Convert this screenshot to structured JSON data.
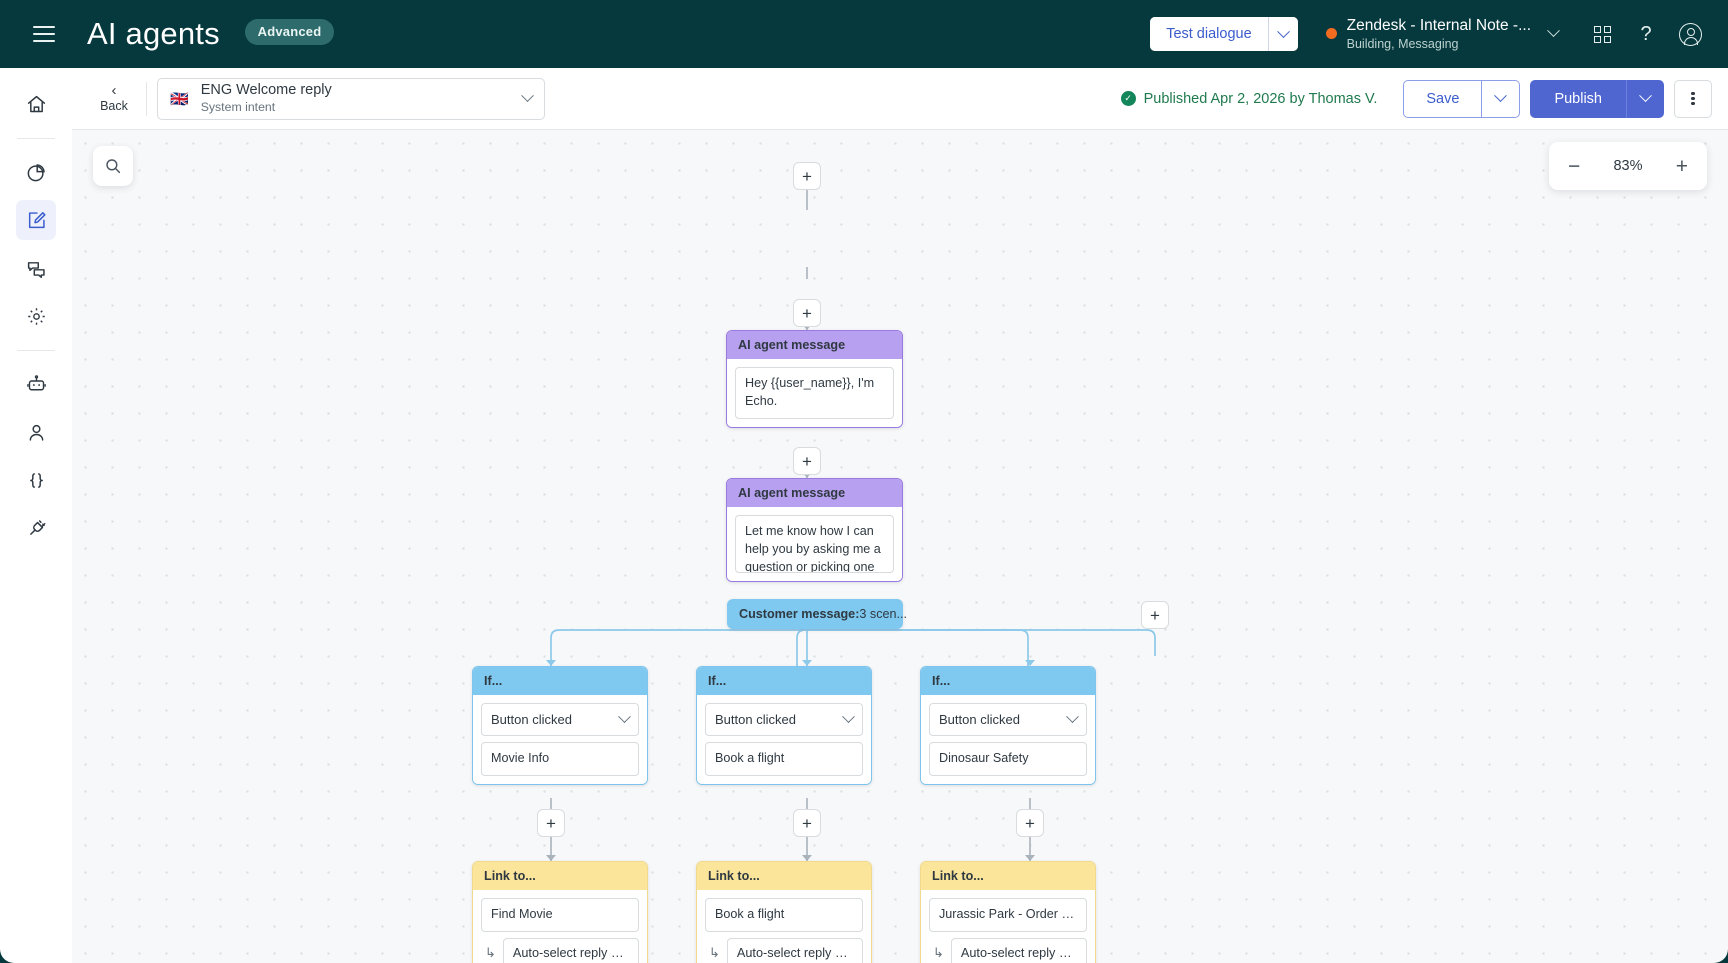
{
  "header": {
    "menu_icon": "hamburger-icon",
    "title": "AI agents",
    "badge": "Advanced",
    "test_dialogue_label": "Test dialogue",
    "bot_name": "Zendesk - Internal Note -...",
    "bot_status": "Building, Messaging",
    "status_color": "#f26b21",
    "apps_icon": "grid-apps-icon",
    "help_icon": "question-mark-icon",
    "account_icon": "user-avatar-icon"
  },
  "toolbar": {
    "back_label": "Back",
    "intent_flag": "🇬🇧",
    "intent_title": "ENG Welcome reply",
    "intent_subtitle": "System intent",
    "published_text": "Published Apr 2, 2026 by Thomas V.",
    "published_color": "#1f7a4d",
    "save_label": "Save",
    "publish_label": "Publish",
    "more_icon": "kebab-menu-icon"
  },
  "sidebar": {
    "items": [
      {
        "name": "home",
        "icon": "home-icon",
        "active": false
      },
      {
        "name": "analytics",
        "icon": "pie-chart-icon",
        "active": false
      },
      {
        "name": "dialogue-builder",
        "icon": "edit-square-icon",
        "active": true
      },
      {
        "name": "conversations",
        "icon": "chat-bubbles-icon",
        "active": false
      },
      {
        "name": "settings",
        "icon": "gear-icon",
        "active": false
      },
      {
        "name": "bot-training",
        "icon": "robot-icon",
        "active": false
      },
      {
        "name": "users",
        "icon": "person-icon",
        "active": false
      },
      {
        "name": "api",
        "icon": "curly-braces-icon",
        "active": false
      },
      {
        "name": "integrations",
        "icon": "plug-connector-icon",
        "active": false
      }
    ]
  },
  "canvas": {
    "search_icon": "magnifier-icon",
    "zoom_level": "83%",
    "zoom_out_label": "−",
    "zoom_in_label": "+",
    "add_label": "+",
    "nodes": [
      {
        "id": "msg1",
        "type": "ai-agent-message",
        "header": "AI agent message",
        "body": "Hey {{user_name}}, I'm Echo."
      },
      {
        "id": "msg2",
        "type": "ai-agent-message",
        "header": "AI agent message",
        "body": "Let me know how I can help you by asking me a question or picking one of the options below"
      },
      {
        "id": "customer",
        "type": "customer-message",
        "label": "Customer message:",
        "value": "3 scen..."
      }
    ],
    "branches": [
      {
        "condition_header": "If...",
        "condition_type": "Button clicked",
        "condition_value": "Movie Info",
        "link_header": "Link to...",
        "link_target": "Find Movie",
        "link_reply": "Auto-select reply m..."
      },
      {
        "condition_header": "If...",
        "condition_type": "Button clicked",
        "condition_value": "Book a flight",
        "link_header": "Link to...",
        "link_target": "Book a flight",
        "link_reply": "Auto-select reply m..."
      },
      {
        "condition_header": "If...",
        "condition_type": "Button clicked",
        "condition_value": "Dinosaur Safety",
        "link_header": "Link to...",
        "link_target": "Jurassic Park - Order St...",
        "link_reply": "Auto-select reply m..."
      }
    ]
  }
}
